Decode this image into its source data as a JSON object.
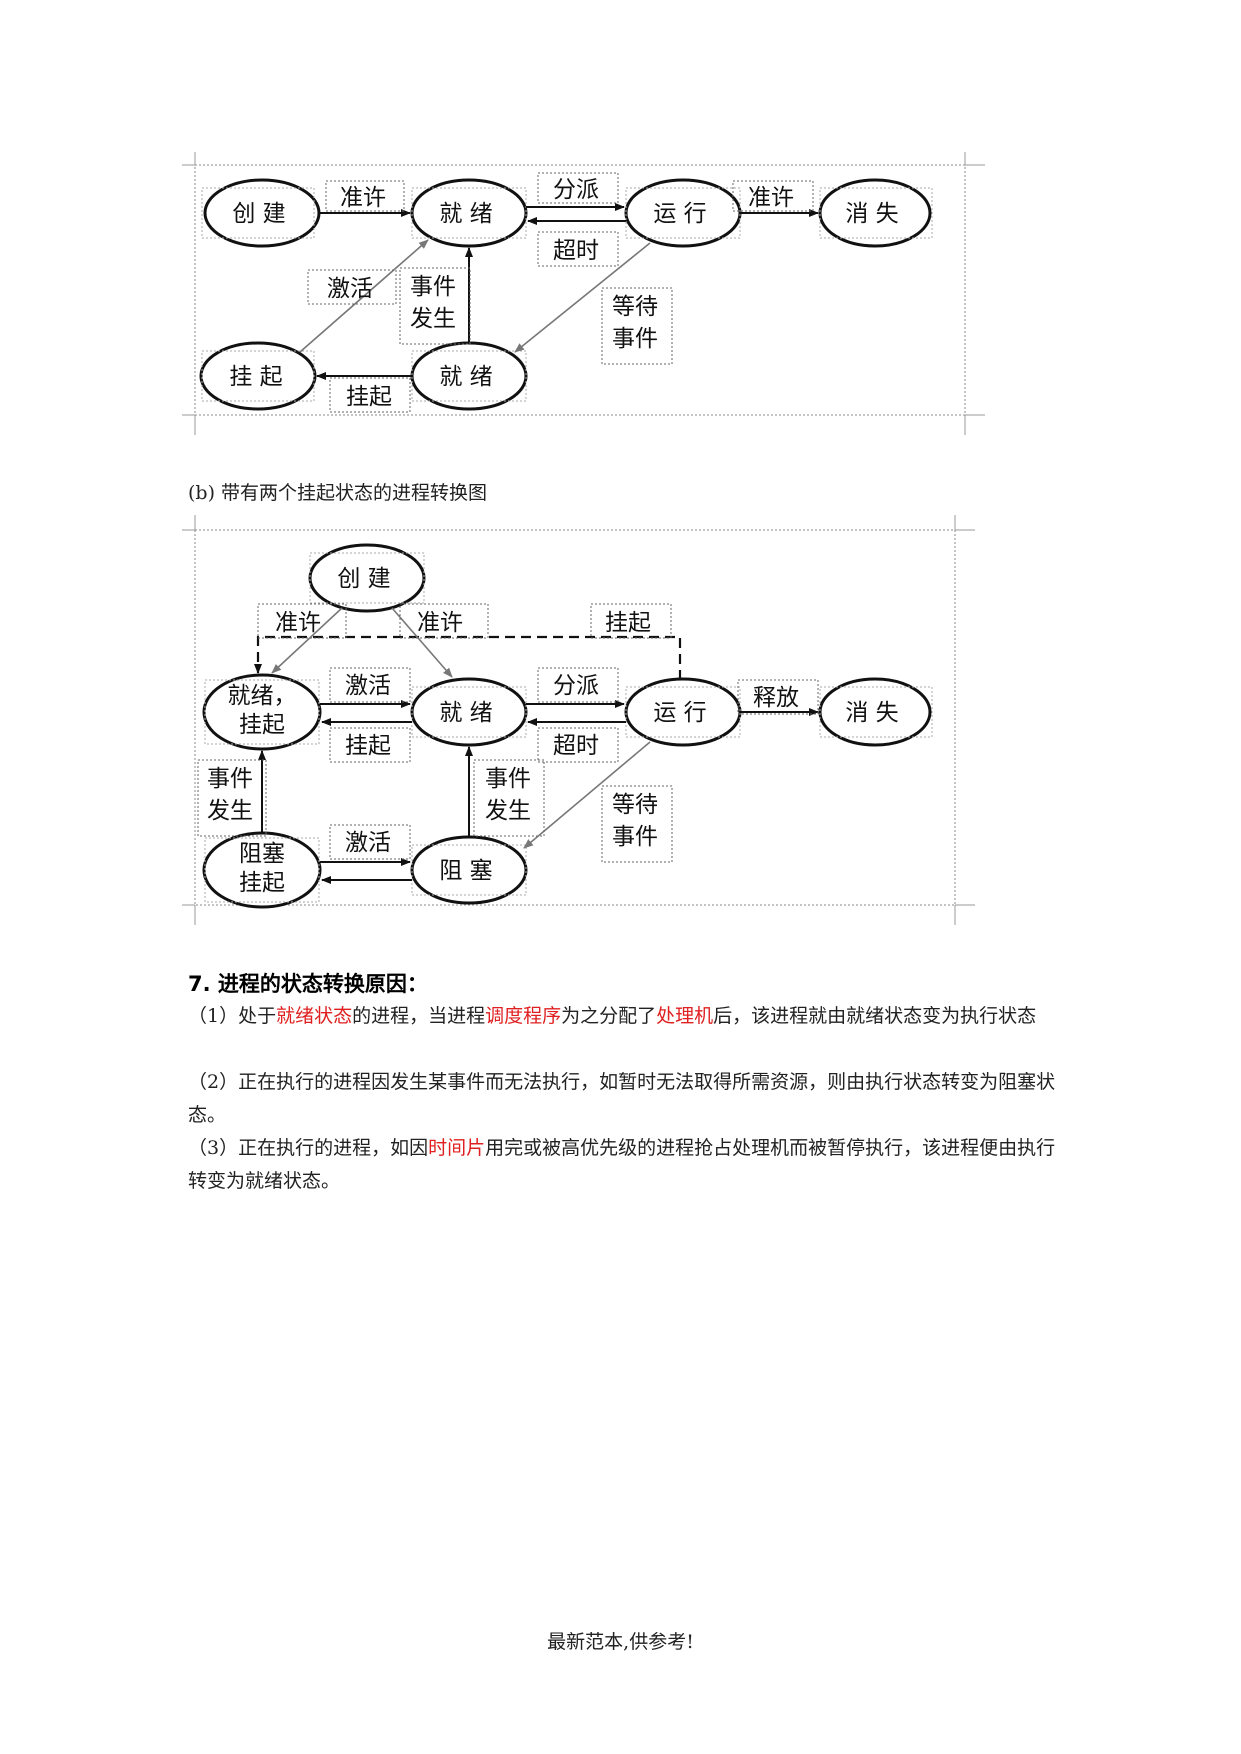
{
  "diagram_a": {
    "states": {
      "create": "创 建",
      "ready": "就 绪",
      "running": "运 行",
      "exit": "消 失",
      "suspended": "挂 起",
      "ready_lower": "就 绪"
    },
    "labels": {
      "admit": "准许",
      "dispatch": "分派",
      "release": "准许",
      "timeout": "超时",
      "activate": "激活",
      "event_line1": "事件",
      "event_line2": "发生",
      "wait_line1": "等待",
      "wait_line2": "事件",
      "suspend": "挂起"
    }
  },
  "caption": "(b)  带有两个挂起状态的进程转换图",
  "diagram_b": {
    "states": {
      "create": "创 建",
      "ready_suspend_line1": "就绪，",
      "ready_suspend_line2": "挂起",
      "ready": "就 绪",
      "running": "运 行",
      "exit": "消 失",
      "blocked_suspend_line1": "阻塞",
      "blocked_suspend_line2": "挂起",
      "blocked": "阻 塞"
    },
    "labels": {
      "admit_left": "准许",
      "admit_right": "准许",
      "suspend_top": "挂起",
      "activate": "激活",
      "suspend_mid": "挂起",
      "dispatch": "分派",
      "timeout": "超时",
      "release": "释放",
      "event_left_line1": "事件",
      "event_left_line2": "发生",
      "event_mid_line1": "事件",
      "event_mid_line2": "发生",
      "wait_line1": "等待",
      "wait_line2": "事件",
      "activate_bottom": "激活"
    }
  },
  "section": {
    "title": "7.  进程的状态转换原因：",
    "p1": {
      "a": "（1）处于",
      "b": "就绪状态",
      "c": "的进程，当进程",
      "d": "调度程序",
      "e": "为之分配了",
      "f": "处理机",
      "g": "后，该进程就由就绪状态变为执行状态"
    },
    "p2": "（2）正在执行的进程因发生某事件而无法执行，如暂时无法取得所需资源，则由执行状态转变为阻塞状态。",
    "p3": {
      "a": "（3）正在执行的进程，如因",
      "b": "时间片",
      "c": "用完或被高优先级的进程抢占处理机而被暂停执行，该进程便由执行转变为就绪状态。"
    }
  },
  "footer": "最新范本,供参考!",
  "colors": {
    "highlight": "#e02020",
    "text": "#222222"
  }
}
